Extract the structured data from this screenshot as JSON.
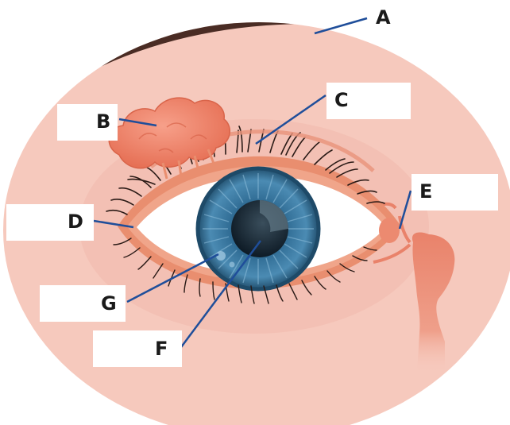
{
  "labels": {
    "a": "A",
    "b": "B",
    "c": "C",
    "d": "D",
    "e": "E",
    "f": "F",
    "g": "G"
  },
  "colors": {
    "skin": "#f6c9bd",
    "skin_shadow": "#eeb3a3",
    "eyebrow": "#4a2c24",
    "lid_rim": "#e98e6f",
    "lacrimal_gland": "#ef7d62",
    "sclera": "#ffffff",
    "iris": "#3f7ea6",
    "pupil": "#162a3a",
    "lashes": "#2a1a16",
    "leader_lines": "#1f4e9a"
  }
}
